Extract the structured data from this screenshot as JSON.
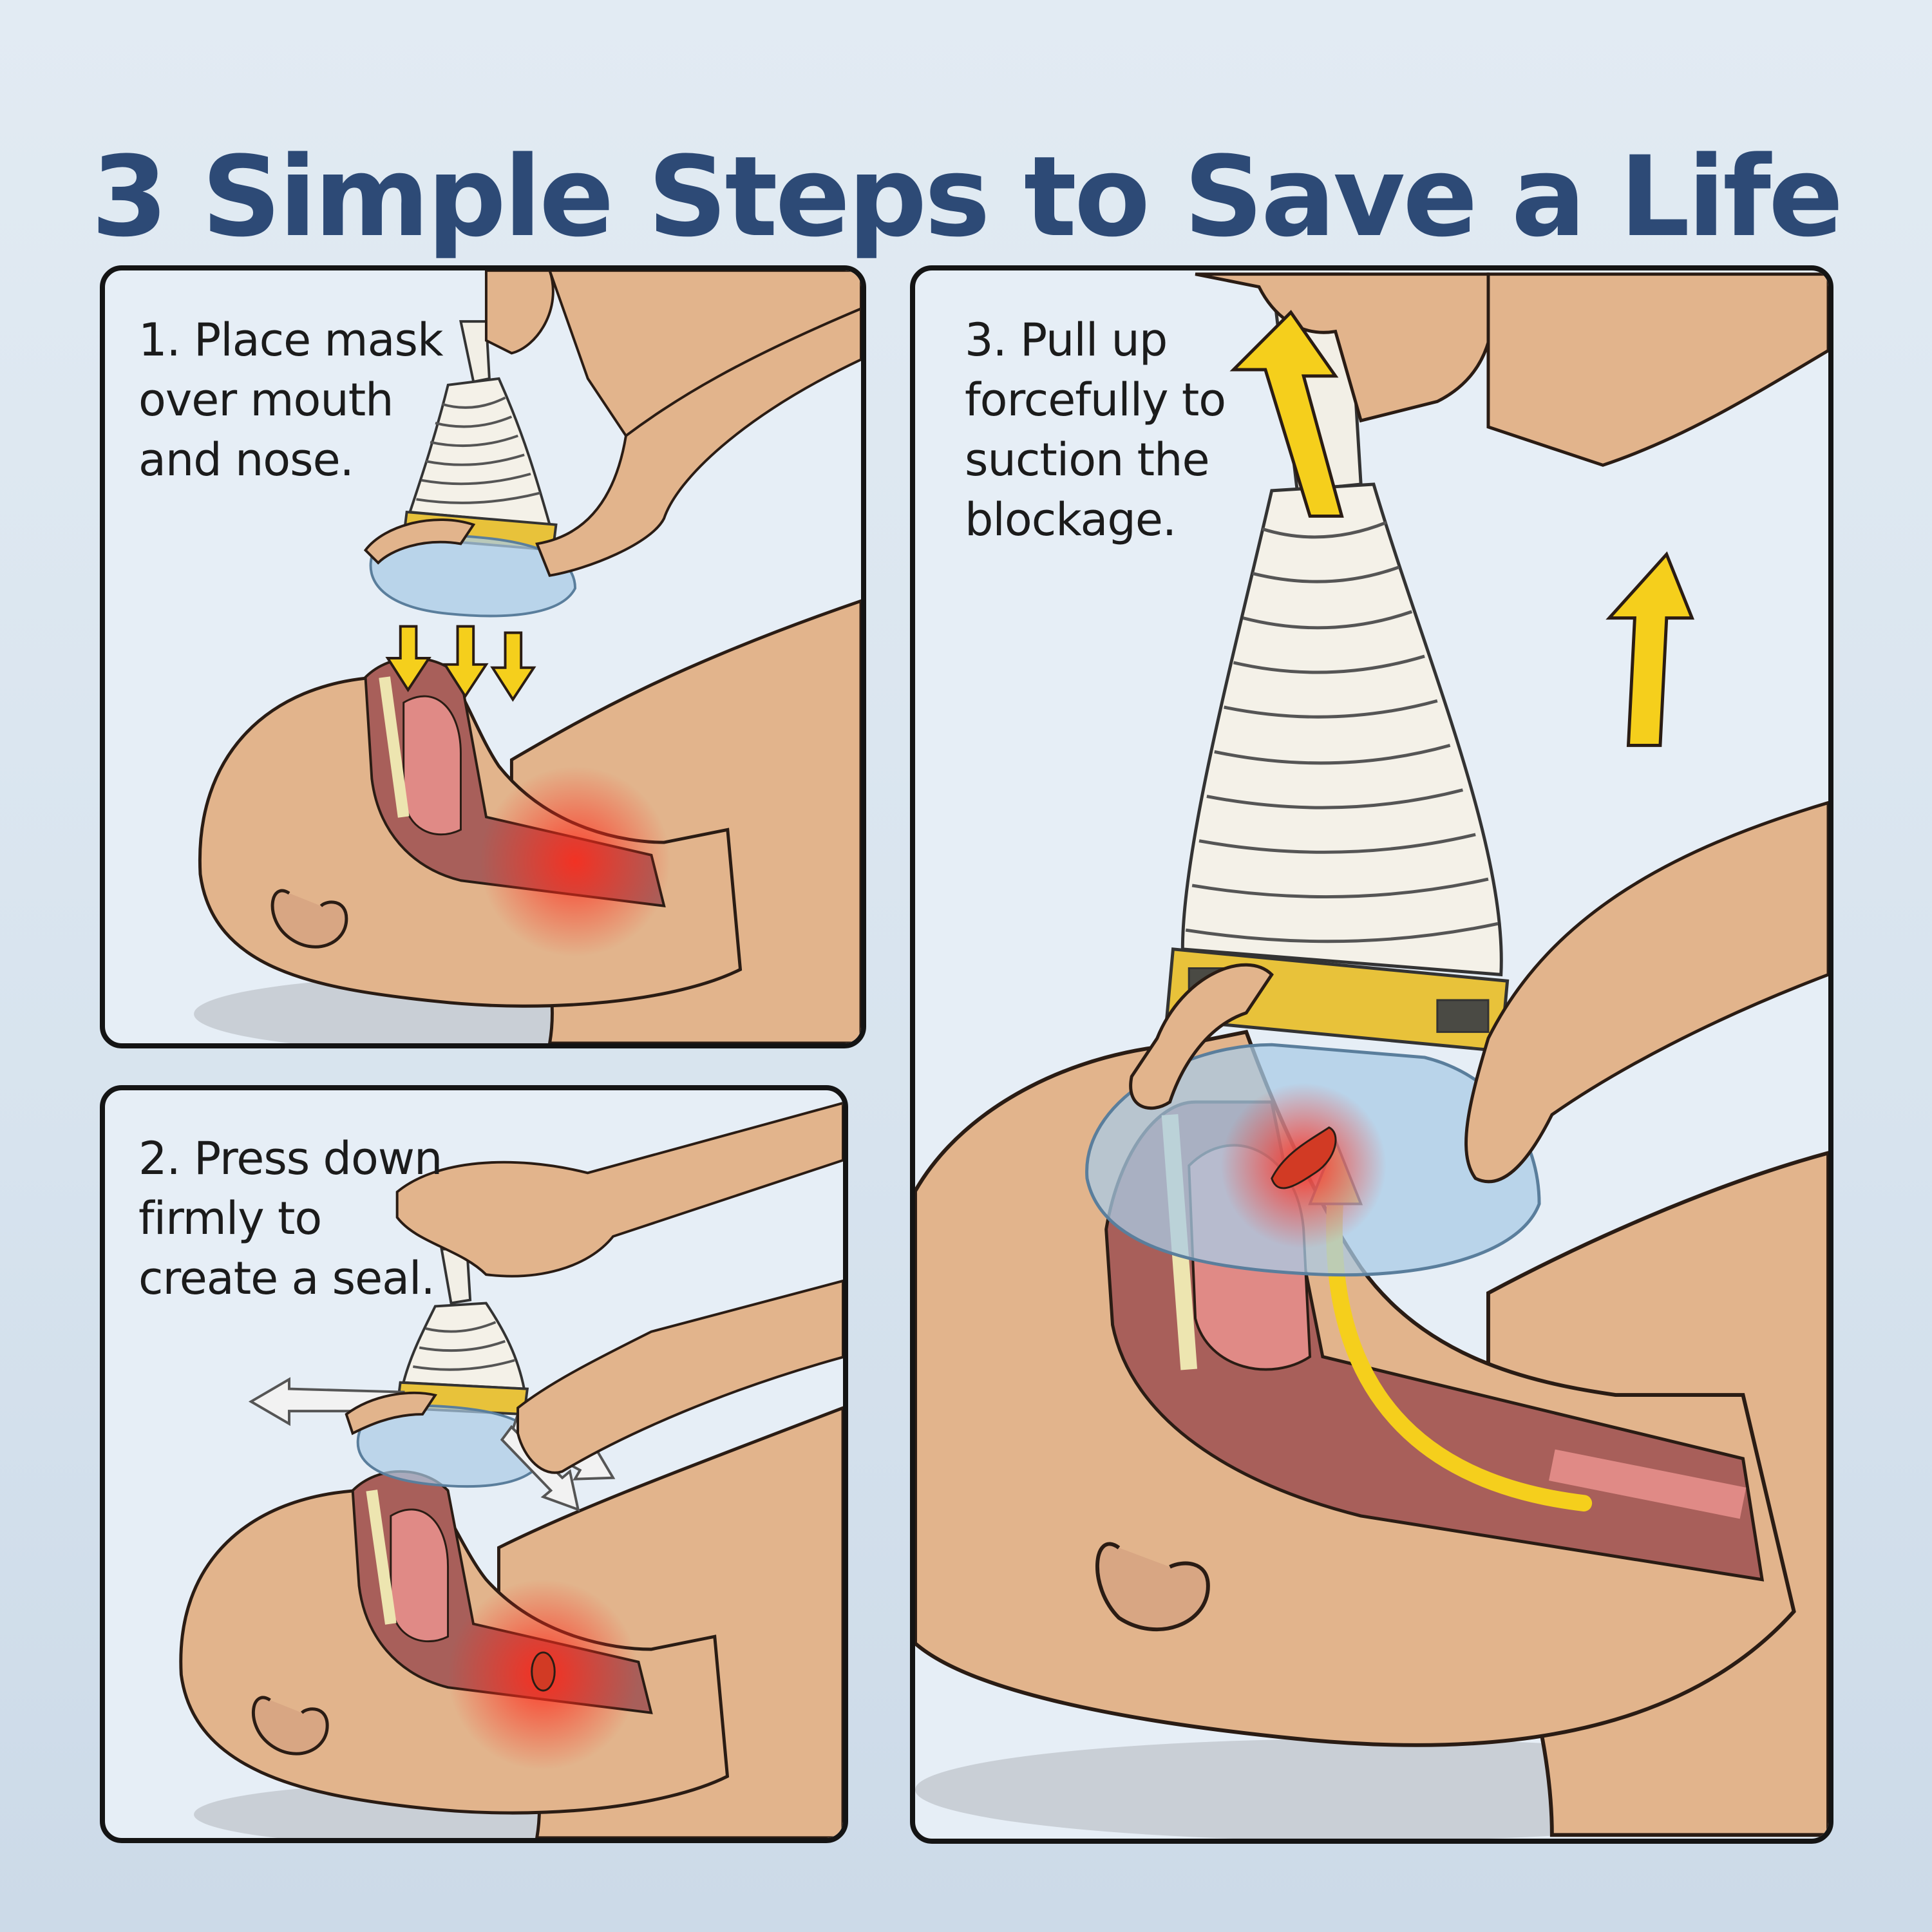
{
  "title": "3 Simple Steps to Save a Life",
  "colors": {
    "title": "#2d4a76",
    "background": "#dde7f1",
    "panel_bg": "#e6eef6",
    "panel_border": "#141414",
    "skin": "#e2b48c",
    "skin_shadow": "#c9957a",
    "airway": "#a85f5a",
    "tongue": "#e08a86",
    "arrow_yellow": "#f5cf1c",
    "collar_gold": "#e8c23a",
    "mask_blue": "#a9cbe6",
    "blockage_red": "#e8412e"
  },
  "steps": [
    {
      "number": "1",
      "lines": [
        "1. Place mask",
        "over mouth",
        "and nose."
      ],
      "illustration": "hand placing suction device mask over patient's mouth and nose with three downward yellow arrows; cross-section of airway with red glow at obstruction"
    },
    {
      "number": "2",
      "lines": [
        "2. Press down",
        "firmly to",
        "create a seal."
      ],
      "illustration": "hand pressing device plunger down with white arrows showing air expelled through side valves; red obstruction visible in throat"
    },
    {
      "number": "3",
      "lines": [
        "3. Pull up",
        "forcefully to",
        "suction the",
        "blockage."
      ],
      "illustration": "hand pulling device handle upward with two yellow up arrows; red blockage pulled into mask; yellow curved arrow in airway showing upward suction path"
    }
  ]
}
